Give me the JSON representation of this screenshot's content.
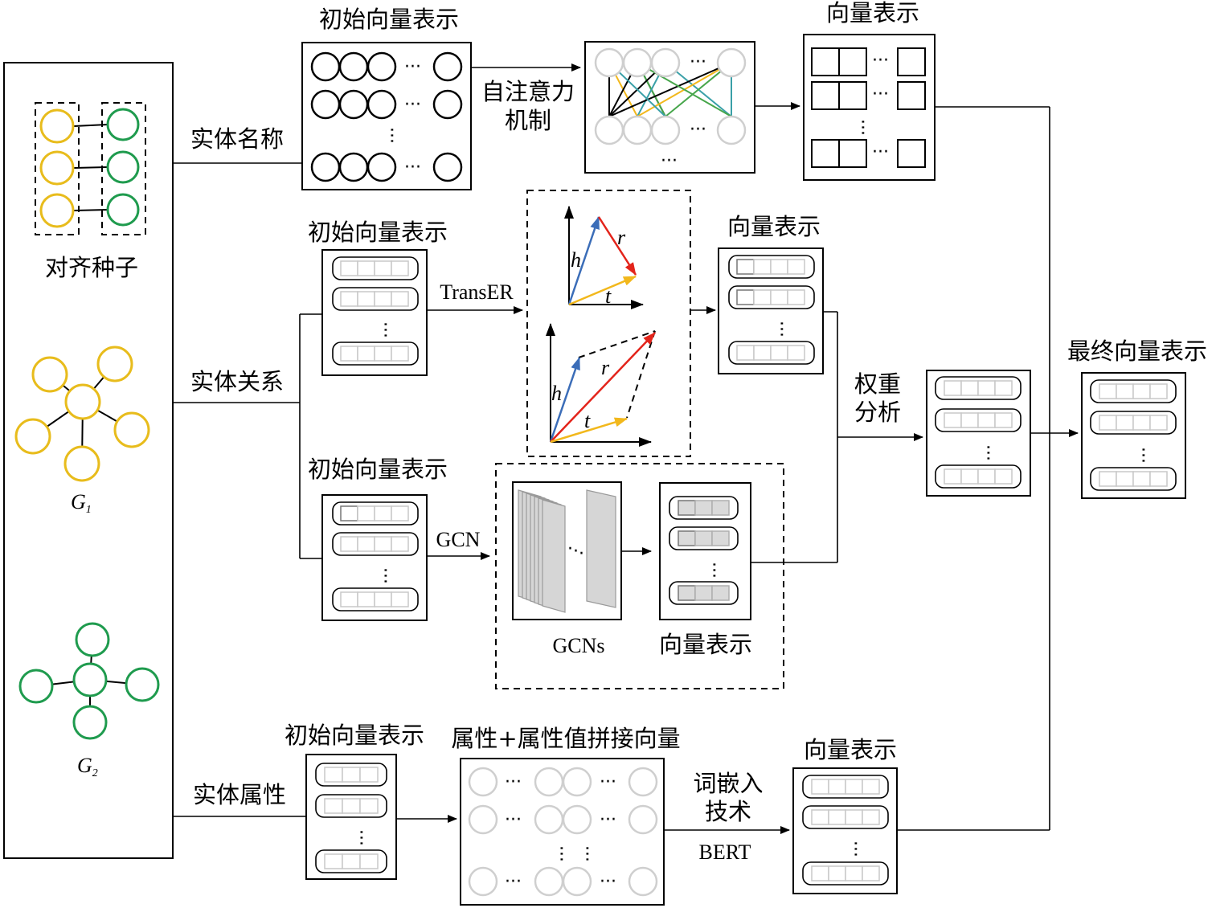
{
  "colors": {
    "seed_g1": "#E8BC1C",
    "seed_g2": "#1F9B4E",
    "vec_h": "#3B6DB8",
    "vec_r": "#E3241B",
    "vec_t": "#F2B81C",
    "attn_teal": "#3AA0A8",
    "attn_green": "#47A64B",
    "attn_yellow": "#F2B81C",
    "grey_node": "#CFCFCF"
  },
  "left_panel": {
    "seed_label": "对齐种子",
    "g1_label": "G",
    "g1_sub": "1",
    "g2_label": "G",
    "g2_sub": "2"
  },
  "branch_labels": {
    "name": "实体名称",
    "relation": "实体关系",
    "attribute": "实体属性"
  },
  "row1": {
    "init_title": "初始向量表示",
    "mechanism_line1": "自注意力",
    "mechanism_line2": "机制",
    "vec_title": "向量表示"
  },
  "row2": {
    "init_title": "初始向量表示",
    "method": "TransER",
    "h": "h",
    "r": "r",
    "t": "t",
    "vec_title": "向量表示"
  },
  "row3": {
    "init_title": "初始向量表示",
    "method": "GCN",
    "gcns_label": "GCNs",
    "vec_title": "向量表示"
  },
  "weight": {
    "line1": "权重",
    "line2": "分析"
  },
  "final_title": "最终向量表示",
  "row4": {
    "init_title": "初始向量表示",
    "concat_title": "属性+属性值拼接向量",
    "tech_line1": "词嵌入",
    "tech_line2": "技术",
    "method": "BERT",
    "vec_title": "向量表示"
  }
}
